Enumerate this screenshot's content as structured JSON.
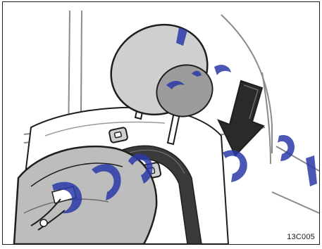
{
  "figure": {
    "code": "13C005",
    "subject": "headrest-adjustment",
    "arrow_direction": "down"
  },
  "colors": {
    "outline": "#1e1e1e",
    "headrest_fill": "#cfcfcf",
    "headrest_inner": "#9c9c9c",
    "arrow_fill": "#2a2a2a",
    "seat_fill": "#bdbdbd",
    "strap_fill": "#3a3a3a",
    "watermark": "#2b3aa8"
  },
  "icons": [
    "down-arrow-icon",
    "headrest-release-button-icon",
    "seatbelt-icon"
  ]
}
